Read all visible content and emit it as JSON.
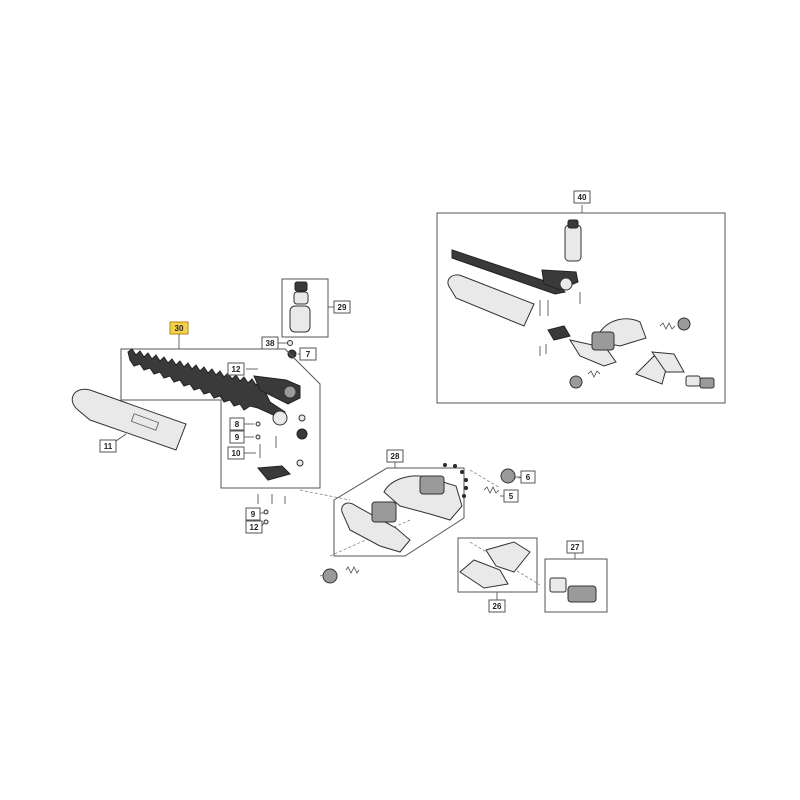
{
  "callouts": {
    "c40": "40",
    "c29": "29",
    "c30": "30",
    "c38": "38",
    "c7": "7",
    "c12a": "12",
    "c11": "11",
    "c8": "8",
    "c9a": "9",
    "c10": "10",
    "c9b": "9",
    "c12b": "12",
    "c28": "28",
    "c6": "6",
    "c5": "5",
    "c27": "27",
    "c26": "26"
  },
  "colors": {
    "highlight": "#f6d04d",
    "line": "#333333"
  }
}
